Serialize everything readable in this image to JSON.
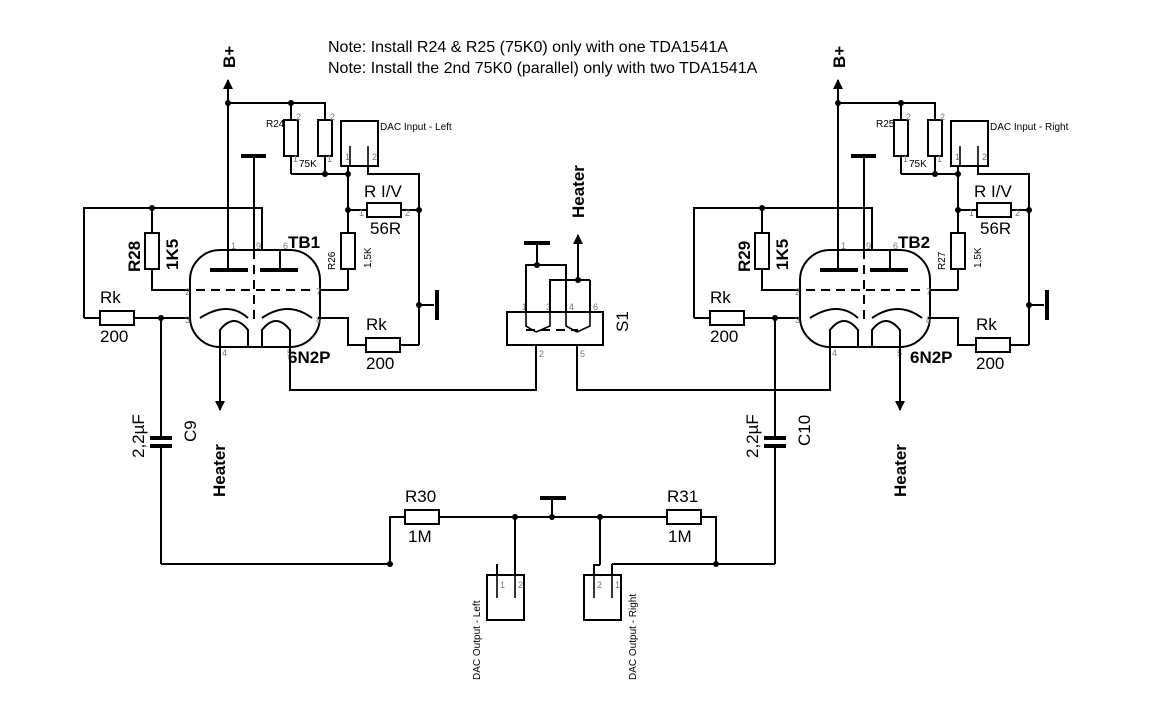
{
  "notes": [
    "Note: Install R24 & R25 (75K0) only with one TDA1541A",
    "Note: Install the 2nd 75K0 (parallel) only with two TDA1541A"
  ],
  "supply": {
    "left": "B+",
    "right": "B+"
  },
  "heater": {
    "left": "Heater",
    "center": "Heater",
    "right": "Heater"
  },
  "left": {
    "tube_ref": "TB1",
    "tube_type": "6N2P",
    "r_bplus_ref": "R24",
    "r_bplus_value": "75K",
    "dac_input": "DAC Input - Left",
    "riv_ref": "R I/V",
    "riv_value": "56R",
    "r_grid_ref": "R26",
    "r_grid_value": "1,5K",
    "r_fb_ref": "R28",
    "r_fb_value": "1K5",
    "rk1_ref": "Rk",
    "rk1_value": "200",
    "rk2_ref": "Rk",
    "rk2_value": "200",
    "cap_ref": "C9",
    "cap_value": "2,2µF",
    "r_out_ref": "R30",
    "r_out_value": "1M",
    "dac_output": "DAC Output - Left"
  },
  "right": {
    "tube_ref": "TB2",
    "tube_type": "6N2P",
    "r_bplus_ref": "R25",
    "r_bplus_value": "75K",
    "dac_input": "DAC Input - Right",
    "riv_ref": "R I/V",
    "riv_value": "56R",
    "r_grid_ref": "R27",
    "r_grid_value": "1,5K",
    "r_fb_ref": "R29",
    "r_fb_value": "1K5",
    "rk1_ref": "Rk",
    "rk1_value": "200",
    "rk2_ref": "Rk",
    "rk2_value": "200",
    "cap_ref": "C10",
    "cap_value": "2,2µF",
    "r_out_ref": "R31",
    "r_out_value": "1M",
    "dac_output": "DAC Output - Right"
  },
  "switch": {
    "ref": "S1"
  },
  "pins": {
    "tube": [
      "1",
      "9",
      "6",
      "2",
      "7",
      "3",
      "8",
      "4",
      "5"
    ],
    "switch": [
      "1",
      "3",
      "4",
      "6",
      "2",
      "5"
    ],
    "two": [
      "1",
      "2"
    ]
  }
}
